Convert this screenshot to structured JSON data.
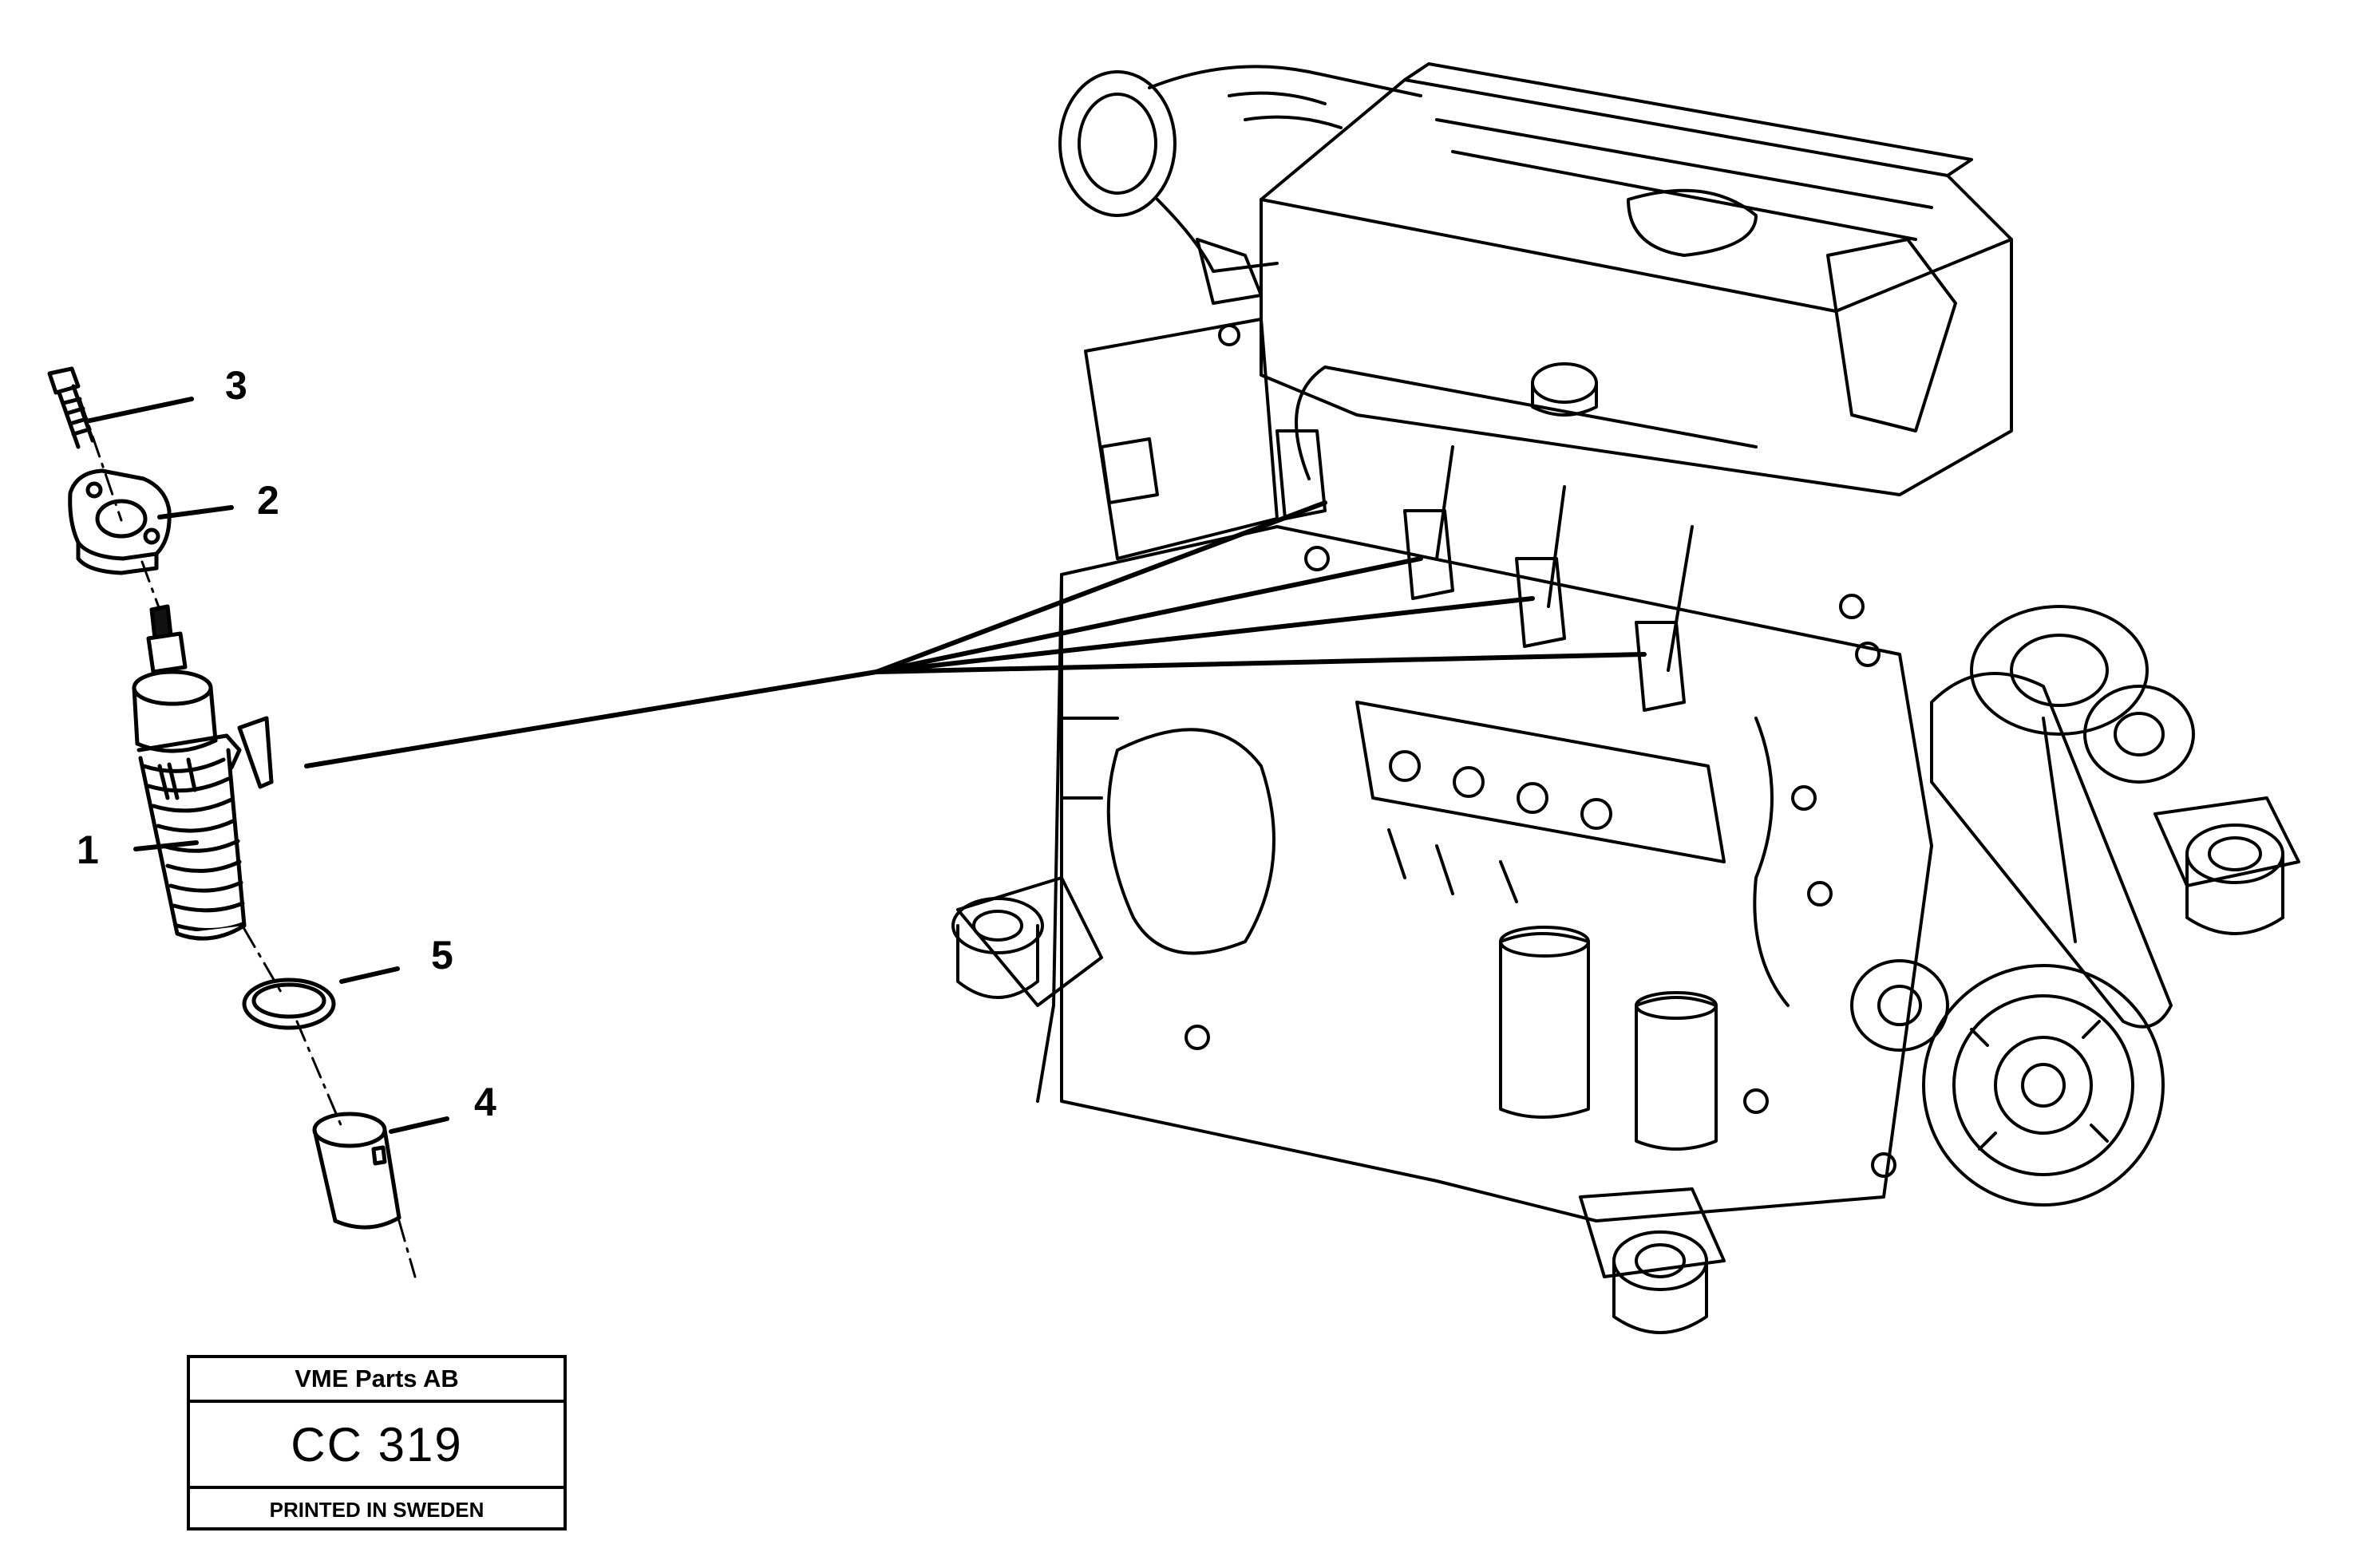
{
  "callouts": [
    "1",
    "2",
    "3",
    "4",
    "5"
  ],
  "title_block": {
    "company": "VME Parts AB",
    "code": "CC 319",
    "printed": "PRINTED IN SWEDEN"
  },
  "colors": {
    "ink": "#000000",
    "paper": "#ffffff"
  }
}
